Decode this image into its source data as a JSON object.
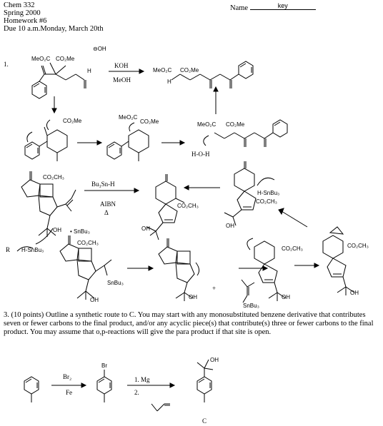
{
  "header": {
    "lines": [
      "Chem 332",
      "Spring 2000",
      "Homework #6",
      "Due 10 a.m.Monday, March 20th"
    ],
    "name_label": "Name",
    "name_value": "key"
  },
  "problem1": {
    "number": "1.",
    "reagents": [
      "KOH",
      "MeOH"
    ],
    "hydroxide": "⊖OH",
    "water": "H-O-H",
    "ester": "CO₂Me",
    "ester2": "MeO₂C",
    "hydrogen": "H"
  },
  "problem2": {
    "reagents": [
      "Bu₃Sn-H",
      "AIBN",
      "Δ"
    ],
    "radical_R": "R",
    "tin_hydride": "H-SnBu₃",
    "tin_radical": "• SnBu₃",
    "ester": "CO₂CH₃",
    "sbu3": "SnBu₃",
    "oh": "OH",
    "plus": "+"
  },
  "problem3": {
    "text": "3.  (10 points)  Outline a synthetic route to C.  You may start with any monosubstituted benzene derivative that contributes seven or fewer carbons to the final product, and/or any acyclic piece(s) that contribute(s) three or fewer carbons to the final product. You may assume that o,p-reactions will give the para product if that site is open.",
    "reagents1": [
      "Br₂",
      "Fe"
    ],
    "reagents2": [
      "1. Mg",
      "2."
    ],
    "br": "Br",
    "oh": "OH",
    "product_label": "C"
  }
}
